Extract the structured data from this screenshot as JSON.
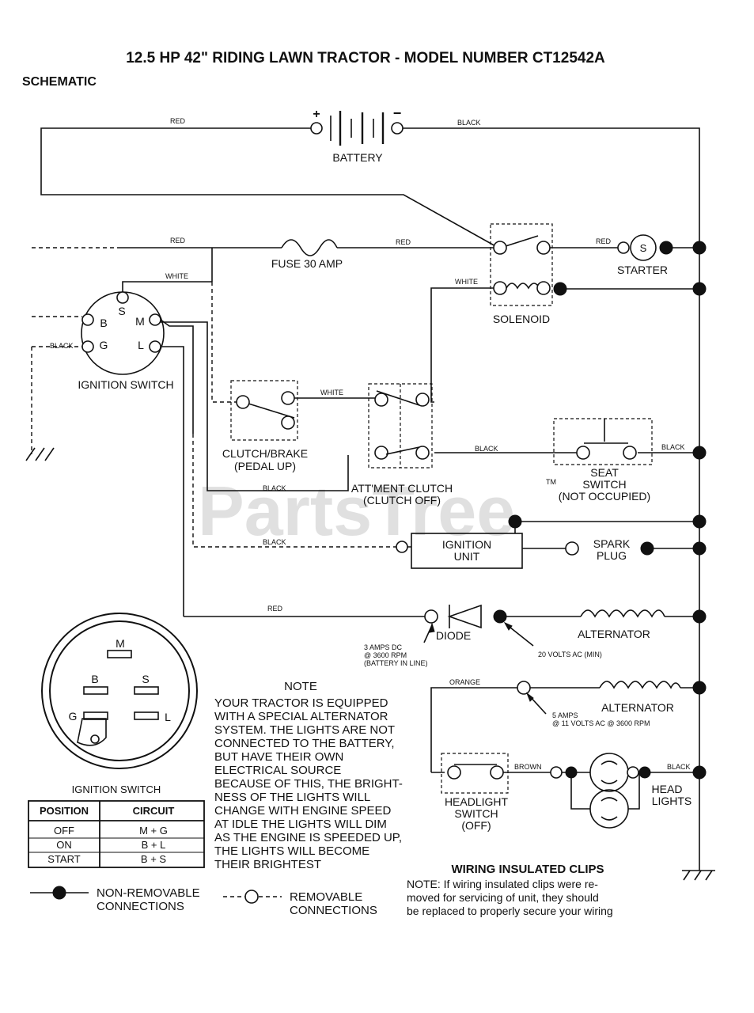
{
  "title": "12.5 HP 42\" RIDING LAWN TRACTOR - MODEL NUMBER CT12542A",
  "subtitle": "SCHEMATIC",
  "watermark": "PartsTree",
  "watermark_tm": "TM",
  "components": {
    "battery": "BATTERY",
    "battery_plus": "+",
    "battery_minus": "−",
    "fuse": "FUSE 30 AMP",
    "starter": "STARTER",
    "starter_s": "S",
    "solenoid": "SOLENOID",
    "ignition_switch": "IGNITION SWITCH",
    "clutch_brake": [
      "CLUTCH/BRAKE",
      "(PEDAL UP)"
    ],
    "attachment_clutch": [
      "ATT'MENT CLUTCH",
      "(CLUTCH OFF)"
    ],
    "seat_switch": [
      "SEAT",
      "SWITCH",
      "(NOT OCCUPIED)"
    ],
    "ignition_unit": [
      "IGNITION",
      "UNIT"
    ],
    "spark_plug": [
      "SPARK",
      "PLUG"
    ],
    "diode": "DIODE",
    "alternator_1": "ALTERNATOR",
    "alternator_2": "ALTERNATOR",
    "headlight_switch": [
      "HEADLIGHT",
      "SWITCH",
      "(OFF)"
    ],
    "head_lights": [
      "HEAD",
      "LIGHTS"
    ]
  },
  "switch_terminals": {
    "s": "S",
    "b": "B",
    "m": "M",
    "g": "G",
    "l": "L"
  },
  "wire_labels": {
    "red_1": "RED",
    "black_1": "BLACK",
    "red_2": "RED",
    "red_3": "RED",
    "red_4": "RED",
    "white_1": "WHITE",
    "white_2": "WHITE",
    "white_3": "WHITE",
    "black_2": "BLACK",
    "black_3": "BLACK",
    "black_4": "BLACK",
    "black_5": "BLACK",
    "black_6": "BLACK",
    "red_5": "RED",
    "orange": "ORANGE",
    "brown": "BROWN",
    "black_7": "BLACK"
  },
  "ratings": {
    "diode_in": [
      "3 AMPS DC",
      "@ 3600 RPM",
      "(BATTERY IN LINE)"
    ],
    "diode_out": "20 VOLTS AC (MIN)",
    "lights": [
      "5 AMPS",
      "@ 11 VOLTS AC @ 3600 RPM"
    ]
  },
  "note": {
    "heading": "NOTE",
    "lines": [
      "YOUR TRACTOR IS EQUIPPED",
      "WITH A SPECIAL ALTERNATOR",
      "SYSTEM.  THE LIGHTS ARE NOT",
      "CONNECTED TO  THE BATTERY,",
      "BUT HAVE THEIR OWN",
      "ELECTRICAL SOURCE",
      "BECAUSE OF THIS, THE BRIGHT-",
      "NESS OF THE LIGHTS WILL",
      "CHANGE WITH ENGINE SPEED",
      "AT IDLE THE LIGHTS WILL DIM",
      "AS THE ENGINE IS SPEEDED UP,",
      "THE LIGHTS WILL BECOME",
      "THEIR BRIGHTEST"
    ]
  },
  "switch_table": {
    "caption": "IGNITION SWITCH",
    "headers": [
      "POSITION",
      "CIRCUIT"
    ],
    "rows": [
      [
        "OFF",
        "M + G"
      ],
      [
        "ON",
        "B + L"
      ],
      [
        "START",
        "B + S"
      ]
    ]
  },
  "legend": {
    "non_removable": [
      "NON-REMOVABLE",
      "CONNECTIONS"
    ],
    "removable": [
      "REMOVABLE",
      "CONNECTIONS"
    ]
  },
  "clips": {
    "heading": "WIRING INSULATED CLIPS",
    "lines": [
      "NOTE: If wiring insulated clips  were  re-",
      "moved  for servicing  of  unit,  they should",
      "be replaced to properly secure your wiring"
    ]
  }
}
